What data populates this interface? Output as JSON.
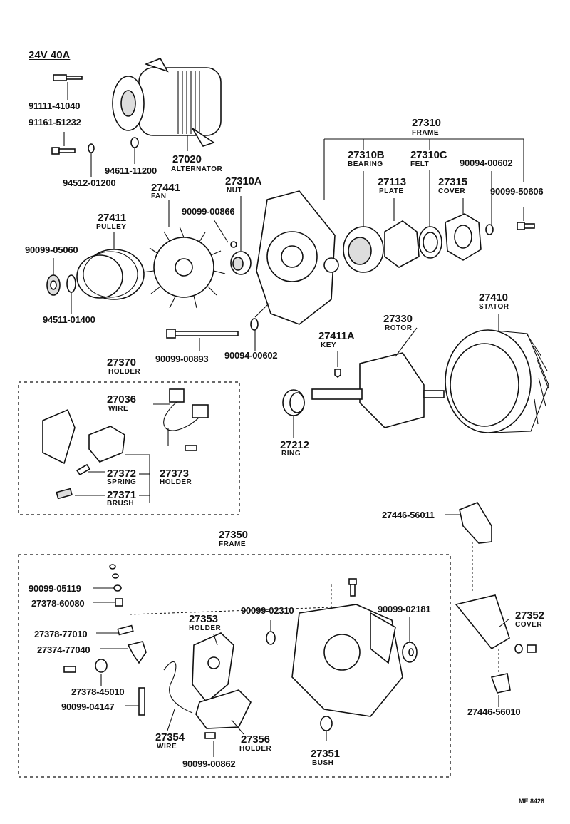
{
  "spec": "24V 40A",
  "parts": {
    "p91111": "91111-41040",
    "p91161": "91161-51232",
    "p94512": "94512-01200",
    "p94611": "94611-11200",
    "p27020": "27020",
    "p27020_name": "ALTERNATOR",
    "p27310": "27310",
    "p27310_name": "FRAME",
    "p27310B": "27310B",
    "p27310B_name": "BEARING",
    "p27310C": "27310C",
    "p27310C_name": "FELT",
    "p90094_top": "90094-00602",
    "p27113": "27113",
    "p27113_name": "PLATE",
    "p27315": "27315",
    "p27315_name": "COVER",
    "p90099_50606": "90099-50606",
    "p27310A": "27310A",
    "p27310A_name": "NUT",
    "p27441": "27441",
    "p27441_name": "FAN",
    "p90099_00866": "90099-00866",
    "p27411": "27411",
    "p27411_name": "PULLEY",
    "p90099_05060": "90099-05060",
    "p94511": "94511-01400",
    "p90099_00893": "90099-00893",
    "p90094_mid": "90094-00602",
    "p27410": "27410",
    "p27410_name": "STATOR",
    "p27330": "27330",
    "p27330_name": "ROTOR",
    "p27411A": "27411A",
    "p27411A_name": "KEY",
    "p27212": "27212",
    "p27212_name": "RING",
    "p27370": "27370",
    "p27370_name": "HOLDER",
    "p27036": "27036",
    "p27036_name": "WIRE",
    "p27372": "27372",
    "p27372_name": "SPRING",
    "p27373": "27373",
    "p27373_name": "HOLDER",
    "p27371": "27371",
    "p27371_name": "BRUSH",
    "p27446_56011": "27446-56011",
    "p27350": "27350",
    "p27350_name": "FRAME",
    "p90099_05119": "90099-05119",
    "p27378_60080": "27378-60080",
    "p90099_02310": "90099-02310",
    "p90099_02181": "90099-02181",
    "p27353": "27353",
    "p27353_name": "HOLDER",
    "p27378_77010": "27378-77010",
    "p27374_77040": "27374-77040",
    "p27352": "27352",
    "p27352_name": "COVER",
    "p27378_45010": "27378-45010",
    "p90099_04147": "90099-04147",
    "p27446_56010": "27446-56010",
    "p27354": "27354",
    "p27354_name": "WIRE",
    "p27356": "27356",
    "p27356_name": "HOLDER",
    "p27351": "27351",
    "p27351_name": "BUSH",
    "p90099_00862": "90099-00862"
  },
  "ref_code": "ME 8426"
}
